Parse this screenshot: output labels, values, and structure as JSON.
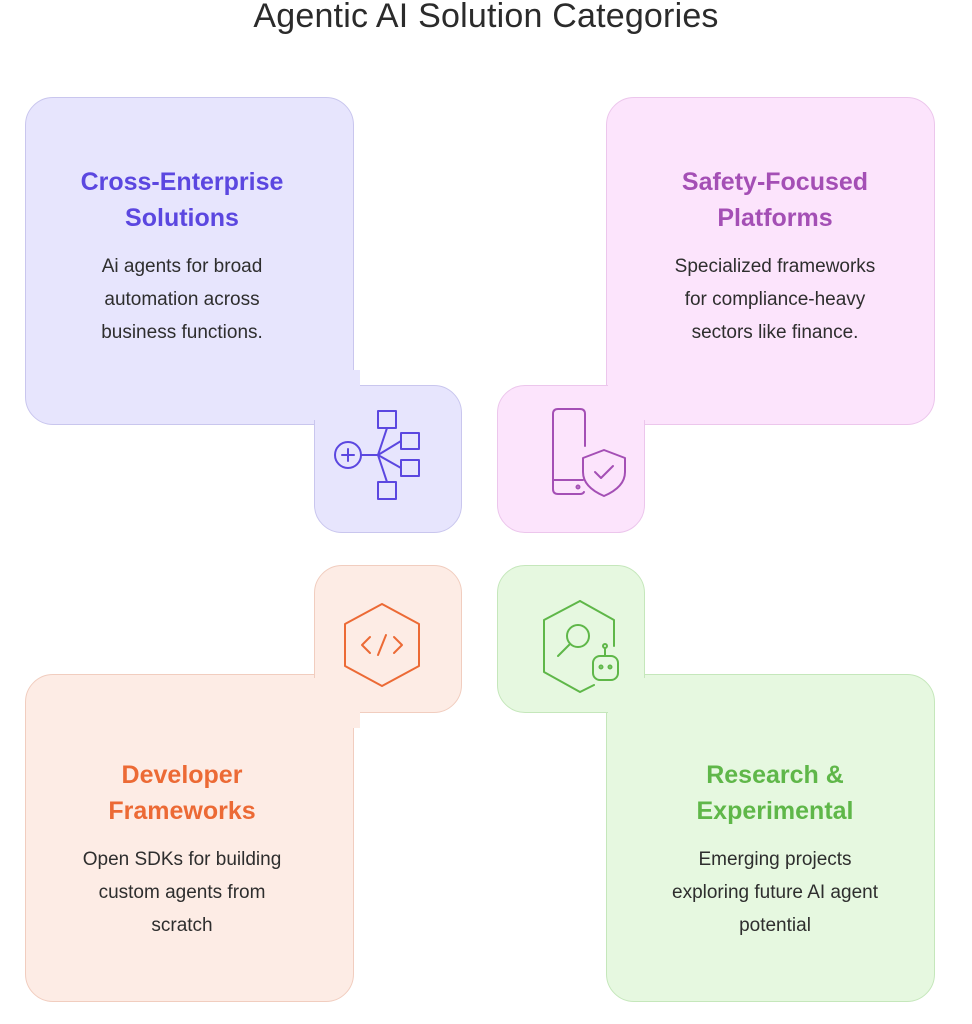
{
  "title": "Agentic AI Solution Categories",
  "colors": {
    "purple": "#5b47e0",
    "pink": "#a44fb5",
    "orange": "#ec6a35",
    "green": "#5fb749"
  },
  "categories": [
    {
      "title_line1": "Cross-Enterprise",
      "title_line2": "Solutions",
      "desc_lines": [
        "Ai agents for broad",
        "automation across",
        "business functions."
      ],
      "icon": "network-hub-icon"
    },
    {
      "title_line1": "Safety-Focused",
      "title_line2": "Platforms",
      "desc_lines": [
        "Specialized frameworks",
        "for compliance-heavy",
        "sectors like finance."
      ],
      "icon": "phone-shield-icon"
    },
    {
      "title_line1": "Developer",
      "title_line2": "Frameworks",
      "desc_lines": [
        "Open SDKs for building",
        "custom agents from",
        "scratch"
      ],
      "icon": "code-hexagon-icon"
    },
    {
      "title_line1": "Research &",
      "title_line2": "Experimental",
      "desc_lines": [
        "Emerging projects",
        "exploring future AI agent",
        "potential"
      ],
      "icon": "research-robot-icon"
    }
  ]
}
